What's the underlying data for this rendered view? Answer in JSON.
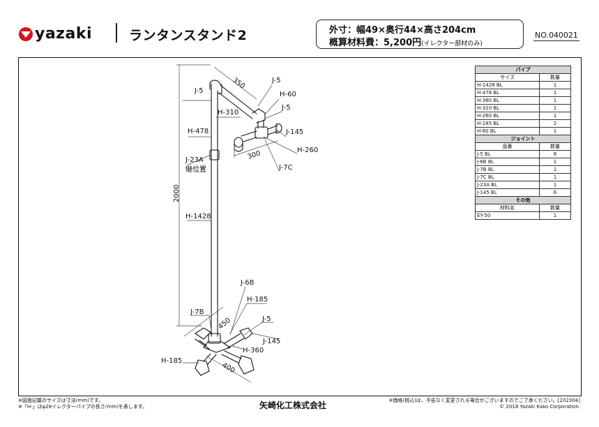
{
  "header": {
    "brand": "yazaki",
    "product_name": "ランタンスタンド2",
    "dimensions": "外寸：幅49×奥行44×高さ204cm",
    "cost_label": "概算材料費：5,200円",
    "cost_note": "(イレクター部材のみ)",
    "doc_number": "NO.040021"
  },
  "colors": {
    "brand_red": "#d7141e",
    "line": "#111111",
    "section_bg": "#d6d6d6"
  },
  "drawing": {
    "labels": {
      "j5_top_left": "J-5",
      "dim_350": "350",
      "j5_top_right": "J-5",
      "h60": "H-60",
      "h310": "H-310",
      "j5_right": "J-5",
      "h478": "H-478",
      "j145_top": "J-145",
      "h260": "H-260",
      "dim_300": "300",
      "j23a": "J-23A",
      "j23a_note": "継位置",
      "j7c": "J-7C",
      "dim_2000": "2000",
      "h1428": "H-1428",
      "j6b": "J-6B",
      "h185_top": "H-185",
      "j7b": "J-7B",
      "dim_450": "450",
      "j5_bottom": "J-5",
      "j145_bottom": "J-145",
      "h360": "H-360",
      "h185_left": "H-185",
      "dim_400": "400"
    }
  },
  "parts_list": {
    "sections": [
      {
        "title": "パイプ",
        "columns": [
          "サイズ",
          "数量"
        ],
        "rows": [
          [
            "H-1428 BL",
            "1"
          ],
          [
            "H-478 BL",
            "1"
          ],
          [
            "H-360 BL",
            "1"
          ],
          [
            "H-310 BL",
            "1"
          ],
          [
            "H-260 BL",
            "1"
          ],
          [
            "H-185 BL",
            "2"
          ],
          [
            "H-60 BL",
            "1"
          ]
        ]
      },
      {
        "title": "ジョイント",
        "columns": [
          "品番",
          "数量"
        ],
        "rows": [
          [
            "J-5 BL",
            "8"
          ],
          [
            "J-6B BL",
            "1"
          ],
          [
            "J-7B BL",
            "1"
          ],
          [
            "J-7C BL",
            "1"
          ],
          [
            "J-23A BL",
            "1"
          ],
          [
            "J-145 BL",
            "6"
          ]
        ]
      },
      {
        "title": "その他",
        "columns": [
          "材料名",
          "数量"
        ],
        "rows": [
          [
            "EY-50",
            "1"
          ]
        ]
      }
    ]
  },
  "footer": {
    "note1": "※図面記載のサイズは寸法(mm)です。",
    "note2": "※「H-」はφ28イレクターパイプの長さ(mm)を表します。",
    "company": "矢崎化工株式会社",
    "price_note": "※価格(税込)は、予告なく変更される場合がございますのでご了承ください。[202304]",
    "copyright": "© 2018 Yazaki Kako Corporation."
  }
}
